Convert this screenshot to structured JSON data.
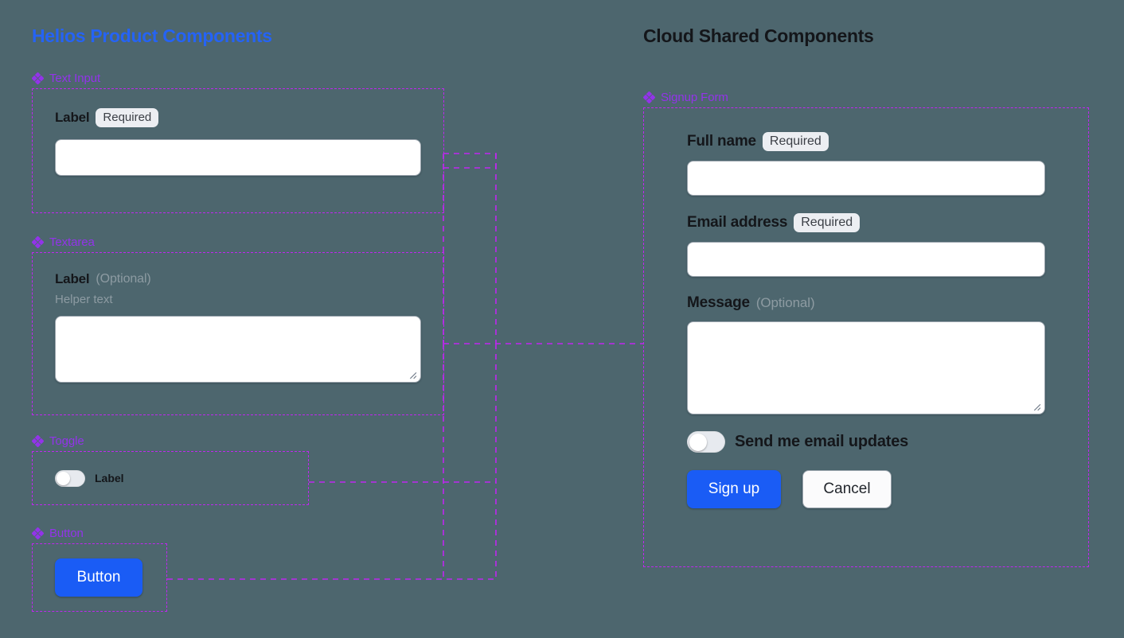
{
  "background_color": "#4d666e",
  "accent_colors": {
    "brand_blue": "#2563f5",
    "section_purple": "#9333ea",
    "dashed_outline": "#c026f0",
    "primary_button": "#1a5cf5",
    "badge_bg": "#eceef2",
    "muted_text": "#8d9ba2"
  },
  "left_panel": {
    "title": "Helios Product Components",
    "sections": [
      {
        "icon": "diamond-component-icon",
        "label": "Text Input",
        "field": {
          "label": "Label",
          "badge": "Required"
        }
      },
      {
        "icon": "diamond-component-icon",
        "label": "Textarea",
        "field": {
          "label": "Label",
          "optional": "(Optional)",
          "helper": "Helper text"
        }
      },
      {
        "icon": "diamond-component-icon",
        "label": "Toggle",
        "field": {
          "toggle_label": "Label",
          "toggle_state": "off"
        }
      },
      {
        "icon": "diamond-component-icon",
        "label": "Button",
        "field": {
          "button_label": "Button"
        }
      }
    ]
  },
  "right_panel": {
    "title": "Cloud Shared Components",
    "section": {
      "icon": "diamond-component-icon",
      "label": "Signup Form"
    },
    "form": {
      "full_name": {
        "label": "Full name",
        "badge": "Required",
        "value": ""
      },
      "email": {
        "label": "Email address",
        "badge": "Required",
        "value": ""
      },
      "message": {
        "label": "Message",
        "optional": "(Optional)",
        "value": ""
      },
      "updates_toggle": {
        "label": "Send me email updates",
        "state": "off"
      },
      "submit_label": "Sign up",
      "cancel_label": "Cancel"
    }
  }
}
